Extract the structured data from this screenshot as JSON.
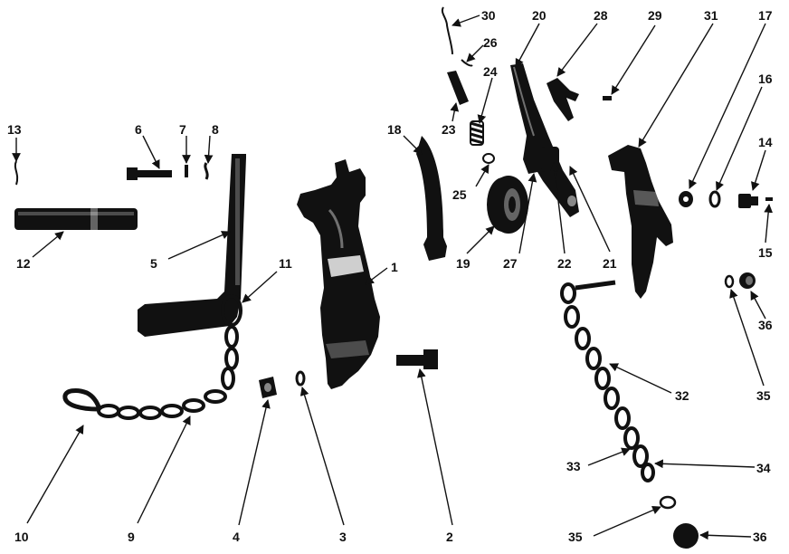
{
  "callouts": [
    "1",
    "2",
    "3",
    "4",
    "5",
    "6",
    "7",
    "8",
    "9",
    "10",
    "11",
    "12",
    "13",
    "14",
    "15",
    "16",
    "17",
    "18",
    "19",
    "20",
    "21",
    "22",
    "23",
    "24",
    "25",
    "26",
    "27",
    "28",
    "29",
    "30",
    "31",
    "32",
    "33",
    "34",
    "35",
    "35",
    "36",
    "36"
  ],
  "colors": {
    "ink": "#111111",
    "background": "#ffffff",
    "highlight": "#ffffff"
  }
}
